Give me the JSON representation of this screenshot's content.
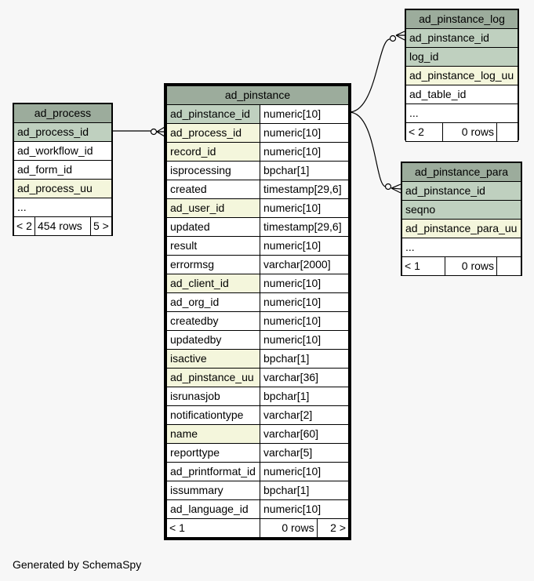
{
  "footer": "Generated by SchemaSpy",
  "colors": {
    "header": "#9cac9c",
    "primary_key": "#bfd0bf",
    "foreign_key": "#f4f6dc",
    "background": "#f7f7f7"
  },
  "ad_process": {
    "name": "ad_process",
    "columns": [
      "ad_process_id",
      "ad_workflow_id",
      "ad_form_id",
      "ad_process_uu",
      "..."
    ],
    "nav_left": "< 2",
    "rows": "454 rows",
    "nav_right": "5 >"
  },
  "ad_pinstance": {
    "name": "ad_pinstance",
    "columns": [
      {
        "name": "ad_pinstance_id",
        "type": "numeric[10]"
      },
      {
        "name": "ad_process_id",
        "type": "numeric[10]"
      },
      {
        "name": "record_id",
        "type": "numeric[10]"
      },
      {
        "name": "isprocessing",
        "type": "bpchar[1]"
      },
      {
        "name": "created",
        "type": "timestamp[29,6]"
      },
      {
        "name": "ad_user_id",
        "type": "numeric[10]"
      },
      {
        "name": "updated",
        "type": "timestamp[29,6]"
      },
      {
        "name": "result",
        "type": "numeric[10]"
      },
      {
        "name": "errormsg",
        "type": "varchar[2000]"
      },
      {
        "name": "ad_client_id",
        "type": "numeric[10]"
      },
      {
        "name": "ad_org_id",
        "type": "numeric[10]"
      },
      {
        "name": "createdby",
        "type": "numeric[10]"
      },
      {
        "name": "updatedby",
        "type": "numeric[10]"
      },
      {
        "name": "isactive",
        "type": "bpchar[1]"
      },
      {
        "name": "ad_pinstance_uu",
        "type": "varchar[36]"
      },
      {
        "name": "isrunasjob",
        "type": "bpchar[1]"
      },
      {
        "name": "notificationtype",
        "type": "varchar[2]"
      },
      {
        "name": "name",
        "type": "varchar[60]"
      },
      {
        "name": "reporttype",
        "type": "varchar[5]"
      },
      {
        "name": "ad_printformat_id",
        "type": "numeric[10]"
      },
      {
        "name": "issummary",
        "type": "bpchar[1]"
      },
      {
        "name": "ad_language_id",
        "type": "numeric[10]"
      }
    ],
    "nav_left": "< 1",
    "rows": "0 rows",
    "nav_right": "2 >"
  },
  "ad_pinstance_log": {
    "name": "ad_pinstance_log",
    "columns": [
      "ad_pinstance_id",
      "log_id",
      "ad_pinstance_log_uu",
      "ad_table_id",
      "..."
    ],
    "nav_left": "< 2",
    "rows": "0 rows",
    "nav_right": ""
  },
  "ad_pinstance_para": {
    "name": "ad_pinstance_para",
    "columns": [
      "ad_pinstance_id",
      "seqno",
      "ad_pinstance_para_uu",
      "..."
    ],
    "nav_left": "< 1",
    "rows": "0 rows",
    "nav_right": ""
  }
}
